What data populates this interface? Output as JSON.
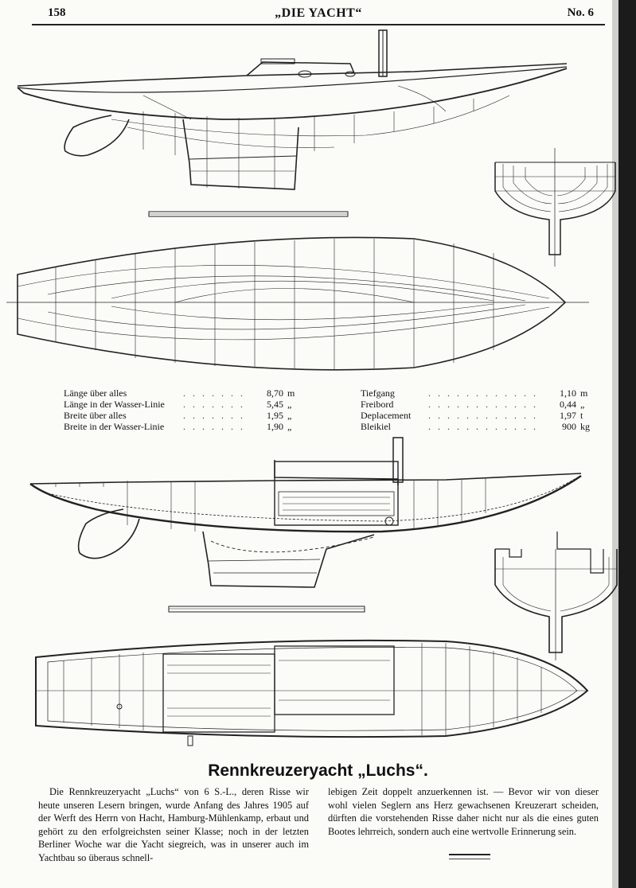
{
  "header": {
    "page_number": "158",
    "journal_title": "„DIE YACHT“",
    "issue": "No. 6"
  },
  "specs_left": [
    {
      "label": "Länge über alles",
      "value": "8,70",
      "unit": "m"
    },
    {
      "label": "Länge in der Wasser-Linie",
      "value": "5,45",
      "unit": "„"
    },
    {
      "label": "Breite über alles",
      "value": "1,95",
      "unit": "„"
    },
    {
      "label": "Breite in der Wasser-Linie",
      "value": "1,90",
      "unit": "„"
    }
  ],
  "specs_right": [
    {
      "label": "Tiefgang",
      "value": "1,10",
      "unit": "m"
    },
    {
      "label": "Freibord",
      "value": "0,44",
      "unit": "„"
    },
    {
      "label": "Deplacement",
      "value": "1,97",
      "unit": "t"
    },
    {
      "label": "Bleikiel",
      "value": "900",
      "unit": "kg"
    }
  ],
  "article": {
    "heading": "Rennkreuzeryacht „Luchs“.",
    "column_left": "Die Rennkreuzeryacht „Luchs“ von 6 S.-L., deren Risse wir heute unseren Lesern bringen, wurde Anfang des Jahres 1905 auf der Werft des Herrn von Hacht, Hamburg-Mühlenkamp, erbaut und gehört zu den erfolgreichsten seiner Klasse; noch in der letzten Berliner Woche war die Yacht siegreich, was in unserer auch im Yachtbau so überaus schnell-",
    "column_right": "lebigen Zeit doppelt anzuerkennen ist. — Bevor wir von dieser wohl vielen Seglern ans Herz gewachsenen Kreuzerart scheiden, dürften die vorstehenden Risse daher nicht nur als die eines guten Bootes lehrreich, sondern auch eine wertvolle Erinnerung sein."
  }
}
